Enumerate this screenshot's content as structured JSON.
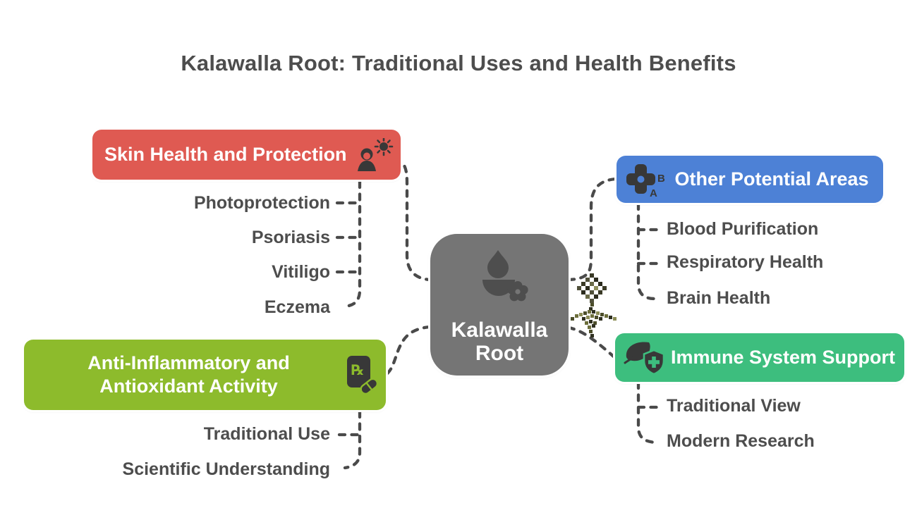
{
  "title": "Kalawalla Root: Traditional Uses and Health Benefits",
  "center": {
    "label": "Kalawalla Root",
    "lines": [
      "Kalawalla",
      "Root"
    ],
    "color": "#757575",
    "icon": "herb-bowl-flame-flower-icon"
  },
  "branches": {
    "skin": {
      "label": "Skin Health and Protection",
      "color": "#DF5A52",
      "icon": "person-sun-icon",
      "items": [
        "Photoprotection",
        "Psoriasis",
        "Vitiligo",
        "Eczema"
      ]
    },
    "anti_inflammatory": {
      "label": "Anti-Inflammatory and Antioxidant Activity",
      "color": "#8DBB2C",
      "icon": "prescription-rx-pill-icon",
      "items": [
        "Traditional Use",
        "Scientific Understanding"
      ]
    },
    "other_areas": {
      "label": "Other Potential Areas",
      "color": "#4D81D6",
      "icon": "gamepad-icon",
      "items": [
        "Blood Purification",
        "Respiratory Health",
        "Brain Health"
      ]
    },
    "immune": {
      "label": "Immune System Support",
      "color": "#3DBE7E",
      "icon": "leaf-shield-plus-icon",
      "items": [
        "Traditional View",
        "Modern Research"
      ]
    }
  },
  "decorations": {
    "thumb_top": "pixelated-diamond-image",
    "thumb_bottom": "pixelated-root-image"
  },
  "style": {
    "background": "#FFFFFF",
    "text_color": "#4D4D4D",
    "connector_color": "#4A4A4A"
  }
}
